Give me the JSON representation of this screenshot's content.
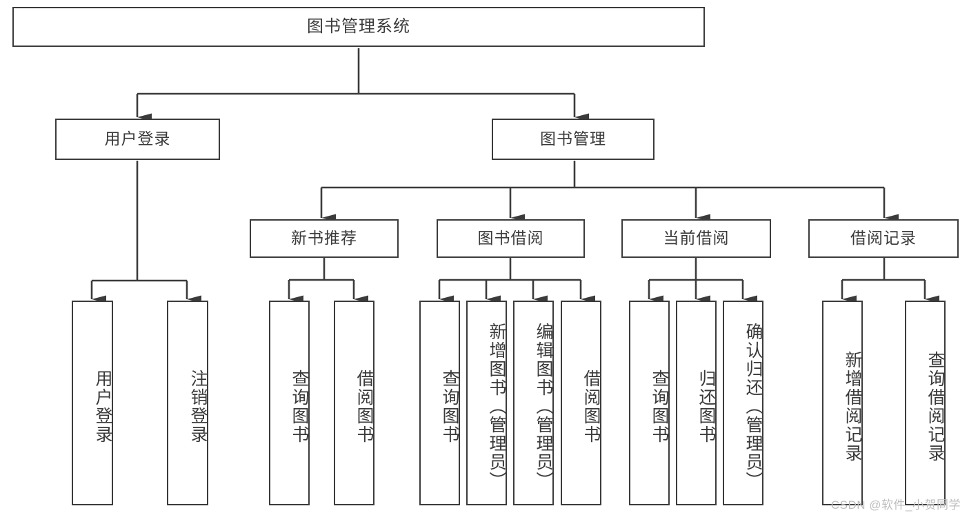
{
  "diagram": {
    "title": "图书管理系统",
    "type": "tree-hierarchy-diagram",
    "colors": {
      "box_border": "#3b3b3b",
      "box_fill": "#ffffff",
      "line": "#3b3b3b",
      "text": "#3a3a3a",
      "watermark": "#bdbdbd",
      "background": "#ffffff"
    },
    "nodes": {
      "root": {
        "label": "图书管理系统"
      },
      "level2": [
        {
          "id": "user-login",
          "label": "用户登录"
        },
        {
          "id": "book-manage",
          "label": "图书管理"
        }
      ],
      "level3": [
        {
          "id": "new-book-recommend",
          "label": "新书推荐"
        },
        {
          "id": "book-borrow",
          "label": "图书借阅"
        },
        {
          "id": "current-borrow",
          "label": "当前借阅"
        },
        {
          "id": "borrow-record",
          "label": "借阅记录"
        }
      ],
      "leaves": {
        "user_login": [
          {
            "id": "leaf-user-login",
            "label": "用户登录"
          },
          {
            "id": "leaf-logout-login",
            "label": "注销登录"
          }
        ],
        "new_book_recommend": [
          {
            "id": "leaf-query-book-1",
            "label": "查询图书"
          },
          {
            "id": "leaf-borrow-book-1",
            "label": "借阅图书"
          }
        ],
        "book_borrow": [
          {
            "id": "leaf-query-book-2",
            "label": "查询图书"
          },
          {
            "id": "leaf-add-book",
            "label": "新增图书（管理员）"
          },
          {
            "id": "leaf-edit-book",
            "label": "编辑图书（管理员）"
          },
          {
            "id": "leaf-borrow-book-2",
            "label": "借阅图书"
          }
        ],
        "current_borrow": [
          {
            "id": "leaf-query-book-3",
            "label": "查询图书"
          },
          {
            "id": "leaf-return-book",
            "label": "归还图书"
          },
          {
            "id": "leaf-confirm-return",
            "label": "确认归还（管理员）"
          }
        ],
        "borrow_record": [
          {
            "id": "leaf-add-record",
            "label": "新增借阅记录"
          },
          {
            "id": "leaf-query-record",
            "label": "查询借阅记录"
          }
        ]
      }
    },
    "watermark": "CSDN @软件_小贺同学"
  }
}
